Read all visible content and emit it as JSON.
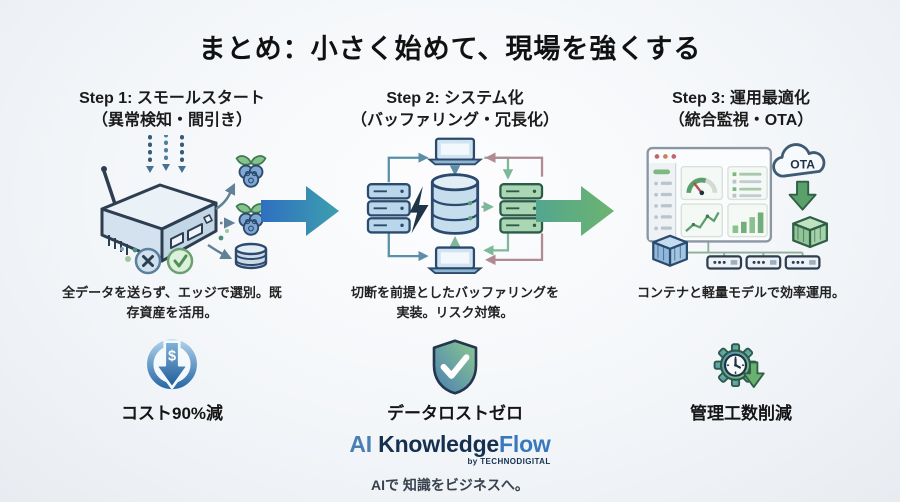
{
  "title": "まとめ：小さく始めて、現場を強くする",
  "steps": [
    {
      "heading": "Step 1: スモールスタート",
      "subheading": "（異常検知・間引き）",
      "description": "全データを送らず、エッジで選別。既存資産を活用。",
      "illustration": "edge-gateway-filtering-to-raspberry-pi-and-database",
      "benefit_icon": "cost-down-arrow-icon",
      "benefit_icon_glyph": "$",
      "benefit_label": "コスト90%減"
    },
    {
      "heading": "Step 2: システム化",
      "subheading": "（バッファリング・冗長化）",
      "description": "切断を前提としたバッファリングを実装。リスク対策。",
      "illustration": "buffering-redundancy-servers-database-laptops",
      "benefit_icon": "shield-check-icon",
      "benefit_label": "データロストゼロ"
    },
    {
      "heading": "Step 3: 運用最適化",
      "subheading": "（統合監視・OTA）",
      "description": "コンテナと軽量モデルで効率運用。",
      "illustration": "monitoring-dashboard-ota-containers-devices",
      "cloud_label": "OTA",
      "benefit_icon": "gear-clock-down-icon",
      "benefit_label": "管理工数削減"
    }
  ],
  "footer": {
    "logo_ai": "AI ",
    "logo_knowledge": "Knowledge",
    "logo_flow": "Flow",
    "byline": "by TECHNODIGITAL",
    "tagline": "AIで 知識をビジネスへ。"
  },
  "colors": {
    "arrow1_gradient": [
      "#2f6fc0",
      "#3d9fae"
    ],
    "arrow2_gradient": [
      "#53a68f",
      "#6cb46f"
    ],
    "logo_ai": "#4a7fb5",
    "logo_knowledge": "#16314f",
    "logo_flow": "#3878be",
    "benefit_blue": "#2d6da8",
    "benefit_green": "#6ab06f"
  }
}
